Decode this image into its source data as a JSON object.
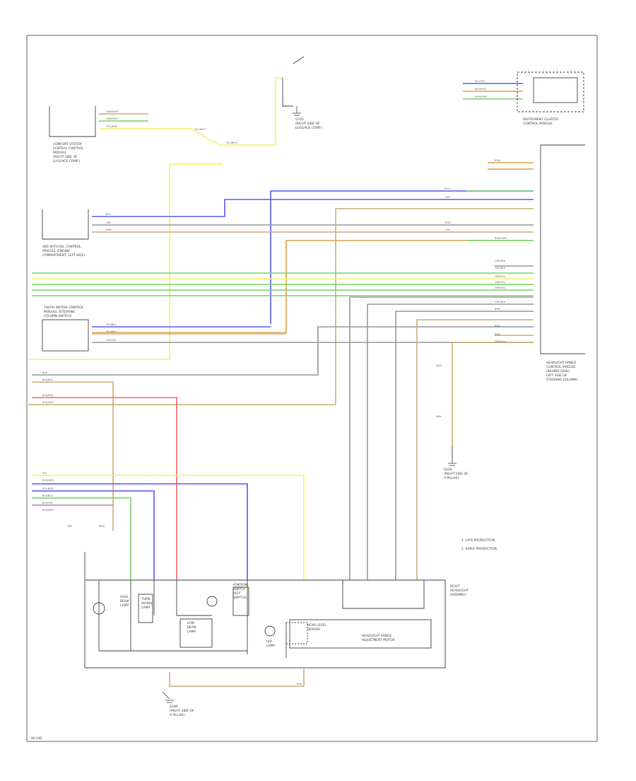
{
  "colors": {
    "blue": "#5a5aff",
    "yellow": "#f4f06a",
    "green": "#7ad36a",
    "tan": "#c9b07a",
    "red": "#f06a6a",
    "grey": "#9a9a9a",
    "orange": "#e0a050",
    "black": "#444444"
  },
  "legend": {
    "line1": "1. LATE PRODUCTION",
    "line2": "2. EARLY PRODUCTION"
  },
  "corner_tag": "W/ HID",
  "components": [
    {
      "id": "comfort",
      "lines": [
        "COMFORT SYSTEM",
        "CENTRAL CONTROL",
        "MODULE",
        "(RIGHT SIDE OF",
        "LUGGAGE COMP.)"
      ]
    },
    {
      "id": "instrument",
      "lines": [
        "INSTRUMENT CLUSTER",
        "CONTROL MODULE"
      ]
    },
    {
      "id": "abs",
      "lines": [
        "ABS WITH EDL CONTROL",
        "MODULE (ENGINE",
        "COMPARTMENT, LEFT SIDE)"
      ]
    },
    {
      "id": "steering",
      "lines": [
        "TOOTH MOTOR CONTROL",
        "MODULE (STEERING",
        "COLUMN SWITCH)"
      ]
    },
    {
      "id": "headlight_module",
      "lines": [
        "HEADLIGHT RANGE",
        "CONTROL MODULE",
        "(BEHIND DASH,",
        "LEFT SIDE OF",
        "STEERING COLUMN)"
      ]
    },
    {
      "id": "right_headlight",
      "lines": [
        "RIGHT",
        "HEADLIGHT",
        "ASSEMBLY"
      ]
    },
    {
      "id": "rear_sensor",
      "lines": [
        "REAR LEVEL",
        "SENSOR"
      ]
    },
    {
      "id": "range_motor",
      "lines": [
        "HEADLIGHT RANGE",
        "ADJUSTMENT MOTOR"
      ]
    },
    {
      "id": "gnd_top",
      "lines": [
        "G105",
        "(RIGHT SIDE OF",
        "LUGGAGE COMP.)"
      ]
    },
    {
      "id": "gnd_right",
      "lines": [
        "G104",
        "(RIGHT SIDE OF",
        "A-PILLAR)"
      ]
    },
    {
      "id": "gnd_bottom",
      "lines": [
        "G186",
        "(RIGHT SIDE OF",
        "A-PILLAR)"
      ]
    },
    {
      "id": "hid_lamp",
      "lines": [
        "HID",
        "LAMP"
      ]
    },
    {
      "id": "high_beam",
      "lines": [
        "HIGH",
        "BEAM",
        "LAMP"
      ]
    },
    {
      "id": "turn_lamp",
      "lines": [
        "TURN",
        "SIGNAL",
        "LAMP"
      ]
    },
    {
      "id": "ignition",
      "lines": [
        "IGNITION",
        "SWITCH",
        "(KEY",
        "SWITCH)"
      ]
    },
    {
      "id": "low_beam",
      "lines": [
        "LOW",
        "BEAM",
        "LAMP"
      ]
    }
  ],
  "wire_labels": [
    "GRN/WHT",
    "GRN/WHT",
    "YEL/WHT",
    "YEL/WHT",
    "YEL/WHT",
    "BLU/YEL",
    "BLU/RED",
    "BRN/GRN",
    "BRN",
    "BLU",
    "GRY",
    "BRN",
    "BLU",
    "GRY",
    "BRN",
    "GRY",
    "BRN/GRN",
    "GRY/BLK",
    "GRY/BLK",
    "GRN/YEL",
    "GRN/YEL",
    "GRN/YEL",
    "GRY/BLK",
    "BRN",
    "GRN/BLK",
    "YEL/BLK",
    "YEL/BLK",
    "GRY/YEL",
    "BRN",
    "BRN",
    "BLK",
    "BLK/BLU",
    "BLK/RED",
    "BLK/WHT",
    "RED/WHT",
    "YEL/RED",
    "YEL",
    "BLK/BLU",
    "BLK/GRY",
    "BLK/WHT",
    "GRY",
    "BRN",
    "BRN",
    "BRN",
    "BRN",
    "BRN"
  ]
}
